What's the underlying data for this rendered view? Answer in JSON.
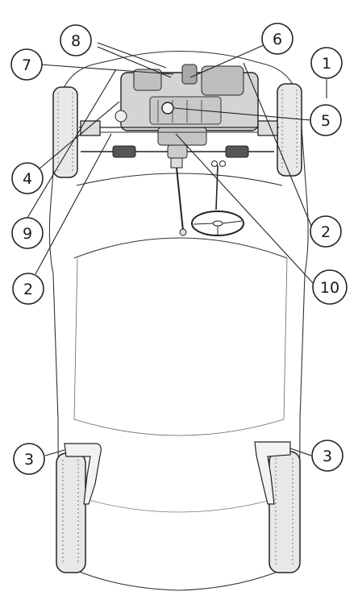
{
  "diagram": {
    "callouts": [
      {
        "id": "c1",
        "label": "1"
      },
      {
        "id": "c2a",
        "label": "2"
      },
      {
        "id": "c2b",
        "label": "2"
      },
      {
        "id": "c3a",
        "label": "3"
      },
      {
        "id": "c3b",
        "label": "3"
      },
      {
        "id": "c4",
        "label": "4"
      },
      {
        "id": "c5",
        "label": "5"
      },
      {
        "id": "c6",
        "label": "6"
      },
      {
        "id": "c7",
        "label": "7"
      },
      {
        "id": "c8",
        "label": "8"
      },
      {
        "id": "c9",
        "label": "9"
      },
      {
        "id": "c10",
        "label": "10"
      }
    ]
  }
}
